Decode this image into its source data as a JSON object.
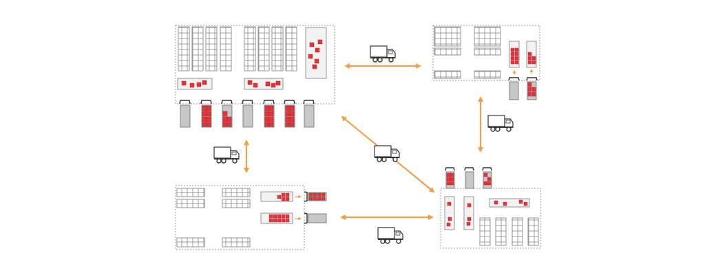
{
  "colors": {
    "arrow": "#f0a04b",
    "pallet": "#e0353b",
    "pallet_border": "#b01e24",
    "dock_gray": "#c8c8c8",
    "line": "#808080",
    "dashed": "#9a9a9a",
    "truck_outline": "#333333",
    "background": "#ffffff"
  },
  "icons": {
    "truck": "delivery-truck-icon",
    "arrow": "double-headed-arrow",
    "pallet": "red-pallet-box",
    "rack": "storage-rack",
    "dock": "loading-dock-door"
  },
  "diagram": {
    "description_visible_text": "",
    "nodes": [
      {
        "id": "warehouse-main",
        "type": "large warehouse",
        "docks": 7,
        "loaded_docks": 4
      },
      {
        "id": "warehouse-top-right",
        "type": "small warehouse",
        "docks": 2,
        "loaded_docks": 1
      },
      {
        "id": "warehouse-bottom-left",
        "type": "small warehouse",
        "docks": 2,
        "loaded_docks": 1
      },
      {
        "id": "warehouse-bottom-right",
        "type": "medium warehouse",
        "docks": 3,
        "loaded_docks": 2
      }
    ],
    "links": [
      {
        "from": "warehouse-main",
        "to": "warehouse-top-right",
        "bidirectional": true,
        "vehicle": "truck"
      },
      {
        "from": "warehouse-top-right",
        "to": "warehouse-bottom-right",
        "bidirectional": true,
        "vehicle": "truck"
      },
      {
        "from": "warehouse-main",
        "to": "warehouse-bottom-right",
        "bidirectional": true,
        "vehicle": "truck"
      },
      {
        "from": "warehouse-main",
        "to": "warehouse-bottom-left",
        "bidirectional": true,
        "vehicle": "truck"
      },
      {
        "from": "warehouse-bottom-left",
        "to": "warehouse-bottom-right",
        "bidirectional": true,
        "vehicle": "truck"
      }
    ]
  }
}
